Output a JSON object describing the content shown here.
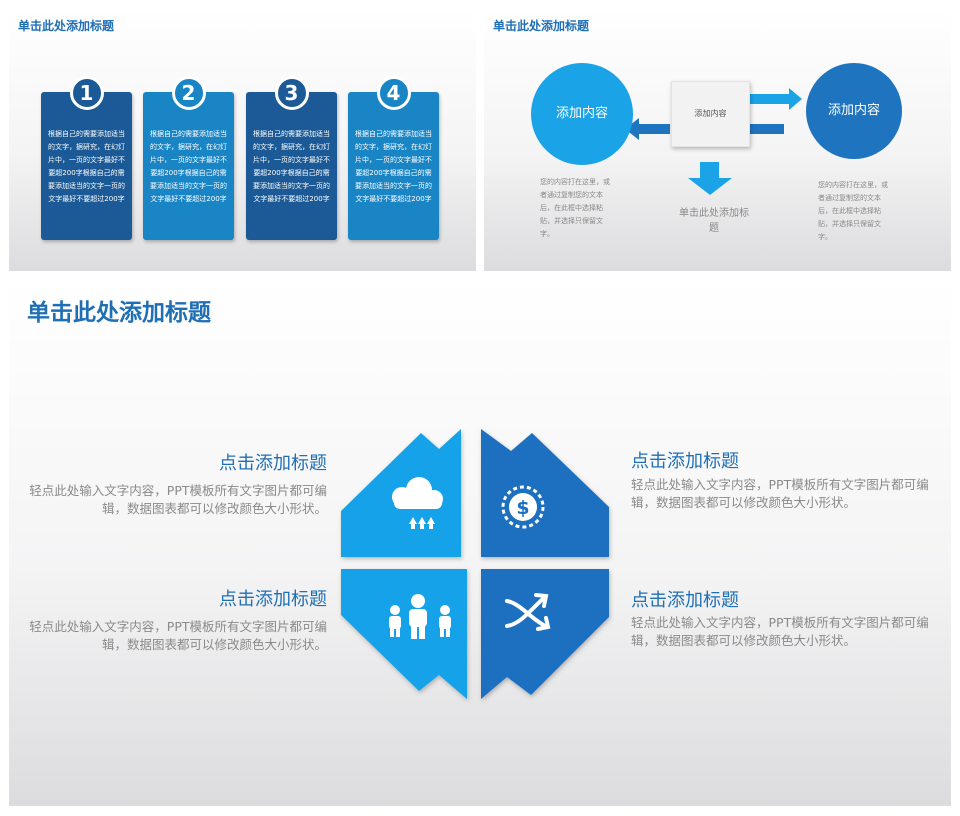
{
  "slide1": {
    "title": "单击此处添加标题",
    "cards": [
      {
        "number": "1",
        "text": "根据自己的需要添加适当的文字，据研究，在幻灯片中，一页的文字最好不要超200字根据自己的需要添加适当的文字一页的文字最好不要超过200字"
      },
      {
        "number": "2",
        "text": "根据自己的需要添加适当的文字，据研究，在幻灯片中，一页的文字最好不要超200字根据自己的需要添加适当的文字一页的文字最好不要超过200字"
      },
      {
        "number": "3",
        "text": "根据自己的需要添加适当的文字，据研究，在幻灯片中，一页的文字最好不要超200字根据自己的需要添加适当的文字一页的文字最好不要超过200字"
      },
      {
        "number": "4",
        "text": "根据自己的需要添加适当的文字，据研究，在幻灯片中，一页的文字最好不要超200字根据自己的需要添加适当的文字一页的文字最好不要超过200字"
      }
    ],
    "colors": [
      "#1b5a96",
      "#1a85c5",
      "#1b5a96",
      "#1a85c5"
    ]
  },
  "slide2": {
    "title": "单击此处添加标题",
    "left_circle": "添加内容",
    "right_circle": "添加内容",
    "center_box": "添加内容",
    "below_label": "单击此处添加标题",
    "left_note": "您的内容打在这里，或者通过复制您的文本后，在此框中选择粘贴，并选择只保留文字。",
    "right_note": "您的内容打在这里，或者通过复制您的文本后，在此框中选择粘贴，并选择只保留文字。",
    "colors": {
      "light": "#1aa3e6",
      "dark": "#1f74c0"
    }
  },
  "slide3": {
    "title": "单击此处添加标题",
    "sections": [
      {
        "title": "点击添加标题",
        "body": "轻点此处输入文字内容，PPT模板所有文字图片都可编辑，数据图表都可以修改颜色大小形状。",
        "icon": "cloud-rain-icon"
      },
      {
        "title": "点击添加标题",
        "body": "轻点此处输入文字内容，PPT模板所有文字图片都可编辑，数据图表都可以修改颜色大小形状。",
        "icon": "dollar-coin-icon"
      },
      {
        "title": "点击添加标题",
        "body": "轻点此处输入文字内容，PPT模板所有文字图片都可编辑，数据图表都可以修改颜色大小形状。",
        "icon": "family-icon"
      },
      {
        "title": "点击添加标题",
        "body": "轻点此处输入文字内容，PPT模板所有文字图片都可编辑，数据图表都可以修改颜色大小形状。",
        "icon": "crossing-arrows-icon"
      }
    ],
    "colors": {
      "light": "#17a2e8",
      "dark": "#1b6fbf"
    }
  }
}
